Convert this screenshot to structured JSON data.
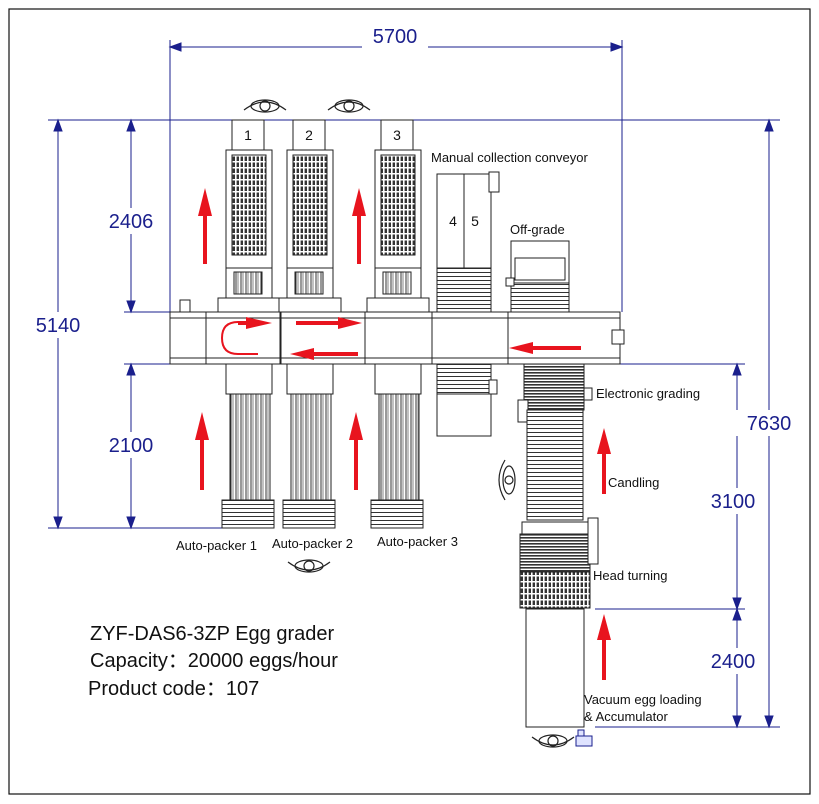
{
  "dimensions": {
    "width_top": "5700",
    "height_left": "5140",
    "upper_packer": "2406",
    "lower_packer": "2100",
    "total_right": "7630",
    "grading_section": "3100",
    "loading_section": "2400"
  },
  "packer_numbers": [
    "1",
    "2",
    "3"
  ],
  "manual_numbers": [
    "4",
    "5"
  ],
  "labels": {
    "manual_conveyor": "Manual collection conveyor",
    "off_grade": "Off-grade",
    "electronic_grading": "Electronic grading",
    "candling": "Candling",
    "head_turning": "Head turning",
    "vacuum_line1": "Vacuum egg loading",
    "vacuum_line2": "& Accumulator",
    "autopacker1": "Auto-packer 1",
    "autopacker2": "Auto-packer 2",
    "autopacker3": "Auto-packer 3"
  },
  "info": {
    "model": "ZYF-DAS6-3ZP Egg grader",
    "capacity": "Capacity：20000 eggs/hour",
    "product_code": "Product code：107"
  },
  "colors": {
    "dimension": "#1a1f8c",
    "arrow": "#e8141e",
    "outline": "#222222"
  }
}
